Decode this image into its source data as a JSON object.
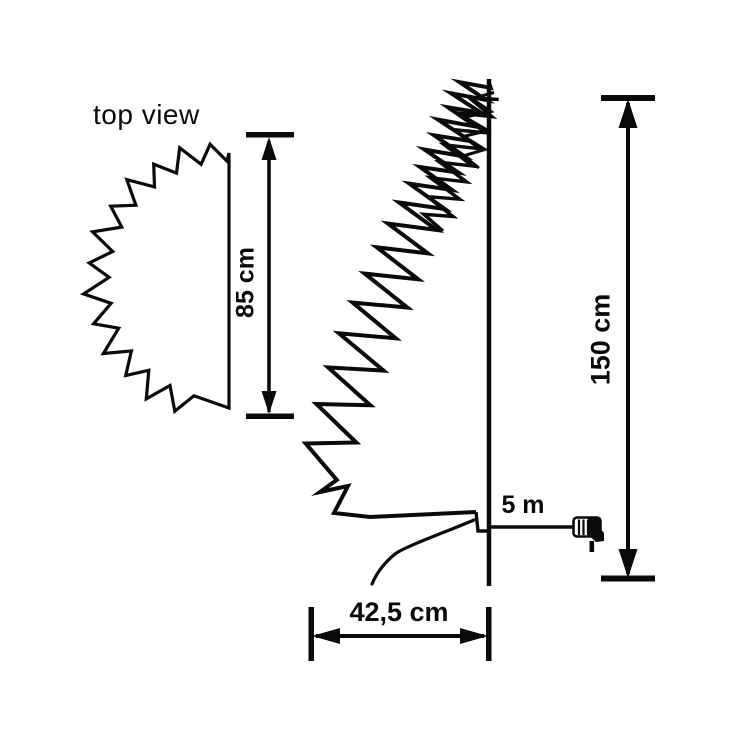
{
  "colors": {
    "ink": "#0a0a0a",
    "background": "#ffffff"
  },
  "diagram": {
    "top_view": {
      "title": "top view",
      "depth_label": "85 cm"
    },
    "front_view": {
      "height_label": "150 cm",
      "width_label": "42,5 cm",
      "cable_label": "5 m"
    }
  },
  "icons": {
    "plug": "power-plug"
  }
}
